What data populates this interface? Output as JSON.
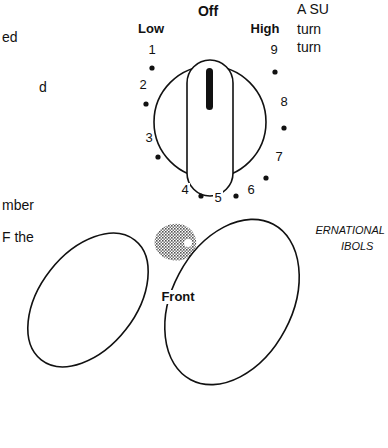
{
  "diagram": {
    "labels": [
      "ed",
      "A SU",
      "Off",
      "turn",
      "Low",
      "High",
      "turn",
      "1",
      "9",
      "d",
      "2",
      "8",
      "3",
      "7",
      "4",
      "5",
      "6",
      "mber",
      "F the",
      "Front",
      "ERNATIONAL",
      "IBOLS"
    ]
  }
}
